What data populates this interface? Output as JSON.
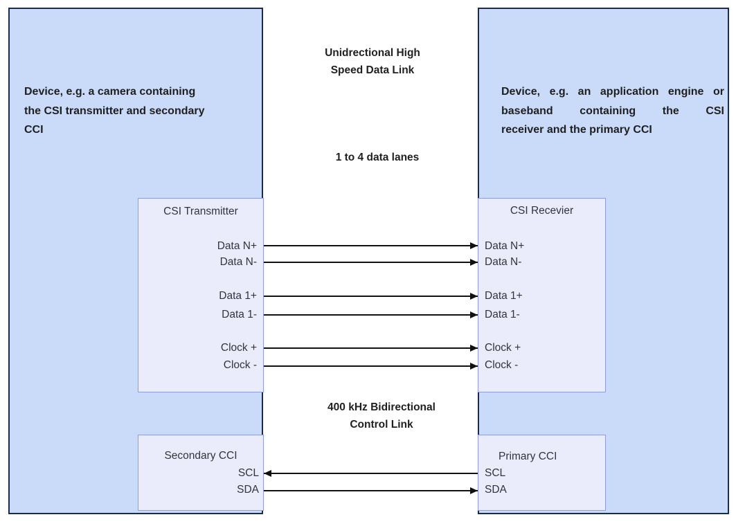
{
  "diagram": {
    "left_device": {
      "lines": [
        "Device, e.g. a camera containing",
        "the CSI transmitter and secondary",
        "CCI"
      ]
    },
    "right_device": {
      "lines": [
        "Device, e.g. an application engine or",
        "baseband containing the CSI",
        "receiver and the primary CCI"
      ]
    },
    "labels": {
      "high_speed_link": "Unidrectional High Speed Data Link",
      "data_lanes": "1 to 4 data lanes",
      "control_link": "400 kHz Bidirectional Control Link"
    },
    "transmitter": {
      "title": "CSI Transmitter",
      "ports": [
        "Data N+",
        "Data N-",
        "Data 1+",
        "Data 1-",
        "Clock +",
        "Clock -"
      ]
    },
    "receiver": {
      "title": "CSI Recevier",
      "ports": [
        "Data N+",
        "Data N-",
        "Data 1+",
        "Data 1-",
        "Clock +",
        "Clock -"
      ]
    },
    "secondary_cci": {
      "title": "Secondary CCI",
      "ports": [
        "SCL",
        "SDA"
      ]
    },
    "primary_cci": {
      "title": "Primary CCI",
      "ports": [
        "SCL",
        "SDA"
      ]
    },
    "colors": {
      "device_fill": "#c9dbf8",
      "device_border": "#1b2a55",
      "block_fill": "#eaecfb",
      "block_border": "#8e9de2",
      "wire": "#111111"
    }
  }
}
